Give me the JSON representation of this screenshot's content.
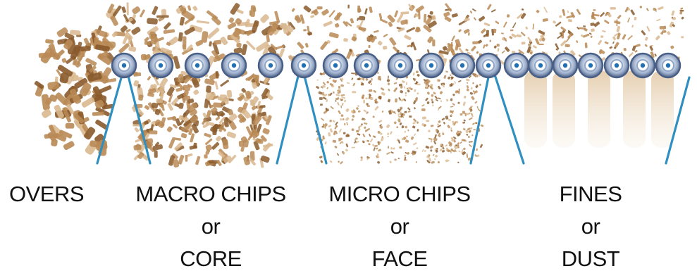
{
  "labels": {
    "overs": {
      "line1": "OVERS"
    },
    "macro": {
      "line1": "MACRO CHIPS",
      "line2": "or",
      "line3": "CORE"
    },
    "micro": {
      "line1": "MICRO CHIPS",
      "line2": "or",
      "line3": "FACE"
    },
    "fines": {
      "line1": "FINES",
      "line2": "or",
      "line3": "DUST"
    }
  },
  "colors": {
    "chip_dark": "#8a5a2b",
    "chip_mid": "#b98a55",
    "chip_light": "#d9b98f",
    "dust": "#e7d2b6",
    "divider": "#2f8fc0",
    "disc_ring": "#4a5f86",
    "disc_center": "#1f6fb5"
  },
  "icons": {
    "screen_disc": "screen-disc-icon"
  }
}
